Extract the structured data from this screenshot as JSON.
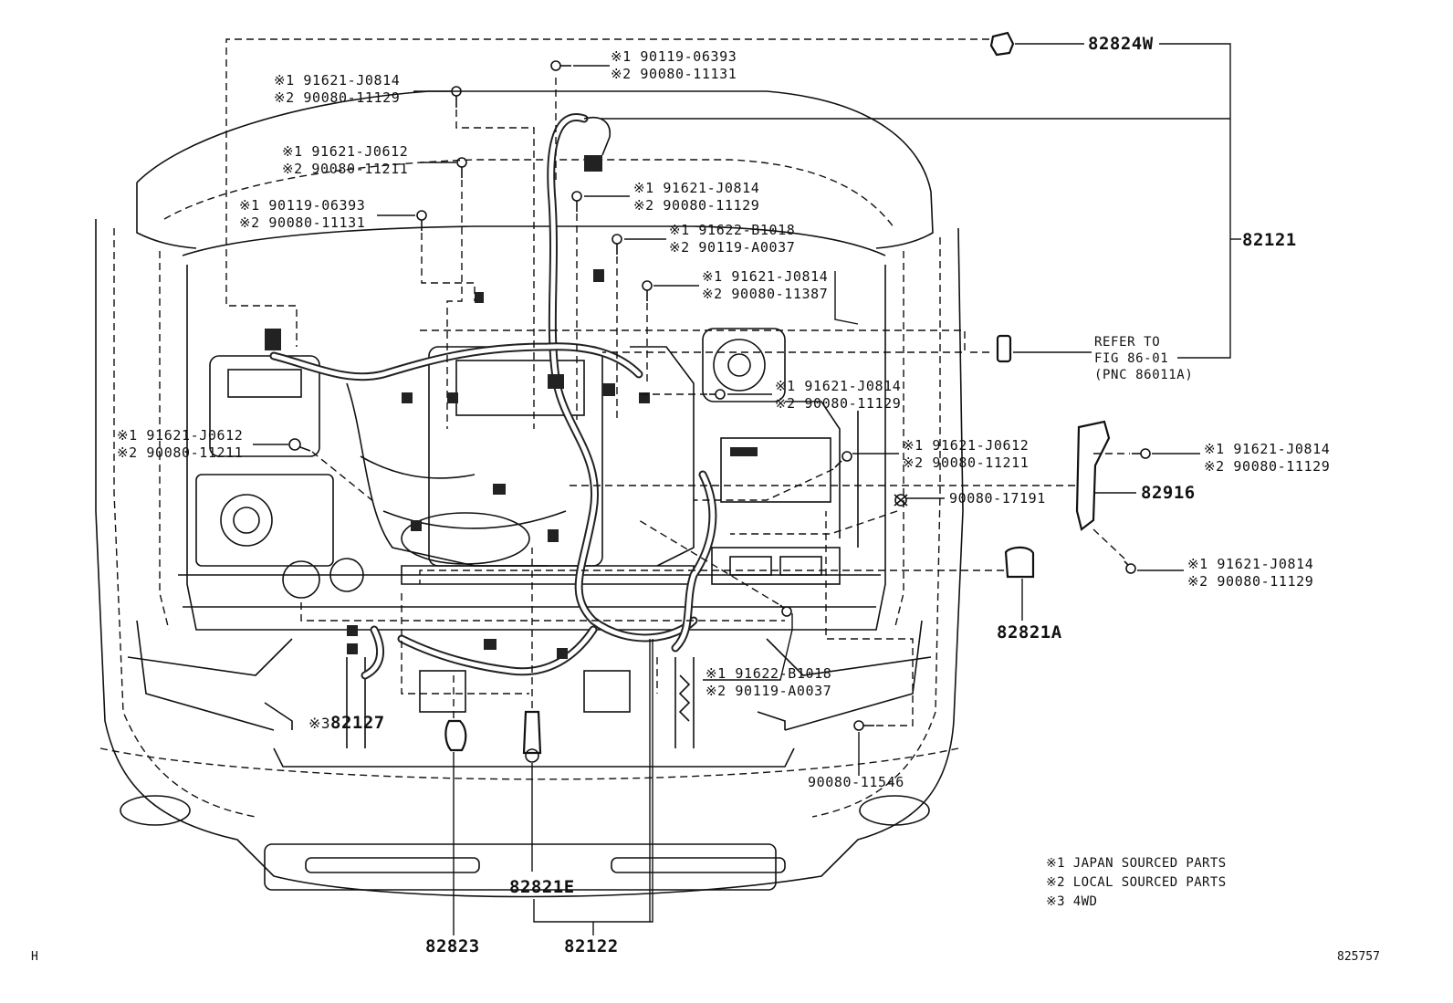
{
  "title": "",
  "parts": {
    "p82824W": "82824W",
    "p82121": "82121",
    "p82916": "82916",
    "p82821A": "82821A",
    "p82127": "82127",
    "p82127_prefix": "※3",
    "p82823": "82823",
    "p82821E": "82821E",
    "p82122": "82122"
  },
  "refer": {
    "line1": "REFER TO",
    "line2": "FIG 86-01",
    "line3": "(PNC 86011A)"
  },
  "callouts": {
    "c1": {
      "a": "※1 90119-06393",
      "b": "※2 90080-11131"
    },
    "c2": {
      "a": "※1 91621-J0814",
      "b": "※2 90080-11129"
    },
    "c3": {
      "a": "※1 91621-J0612",
      "b": "※2 90080-11211"
    },
    "c4": {
      "a": "※1 91621-J0814",
      "b": "※2 90080-11129"
    },
    "c5": {
      "a": "※1 90119-06393",
      "b": "※2 90080-11131"
    },
    "c6": {
      "a": "※1 91622-B1018",
      "b": "※2 90119-A0037"
    },
    "c7": {
      "a": "※1 91621-J0814",
      "b": "※2 90080-11387"
    },
    "c8": {
      "a": "※1 91621-J0814",
      "b": "※2 90080-11129"
    },
    "c9": {
      "a": "※1 91621-J0612",
      "b": "※2 90080-11211"
    },
    "c10": {
      "a": "※1 91621-J0612",
      "b": "※2 90080-11211"
    },
    "c11": {
      "a": "※1 91621-J0814",
      "b": "※2 90080-11129"
    },
    "c12": {
      "a": "※1 91621-J0814",
      "b": "※2 90080-11129"
    },
    "c13": {
      "a": "※1 91622-B1018",
      "b": "※2 90119-A0037"
    }
  },
  "single_refs": {
    "r1": "90080-17191",
    "r2": "90080-11546"
  },
  "notes": {
    "n1": "※1 JAPAN SOURCED PARTS",
    "n2": "※2 LOCAL SOURCED PARTS",
    "n3": "※3 4WD"
  },
  "footer": {
    "left": "H",
    "right": "825757"
  }
}
